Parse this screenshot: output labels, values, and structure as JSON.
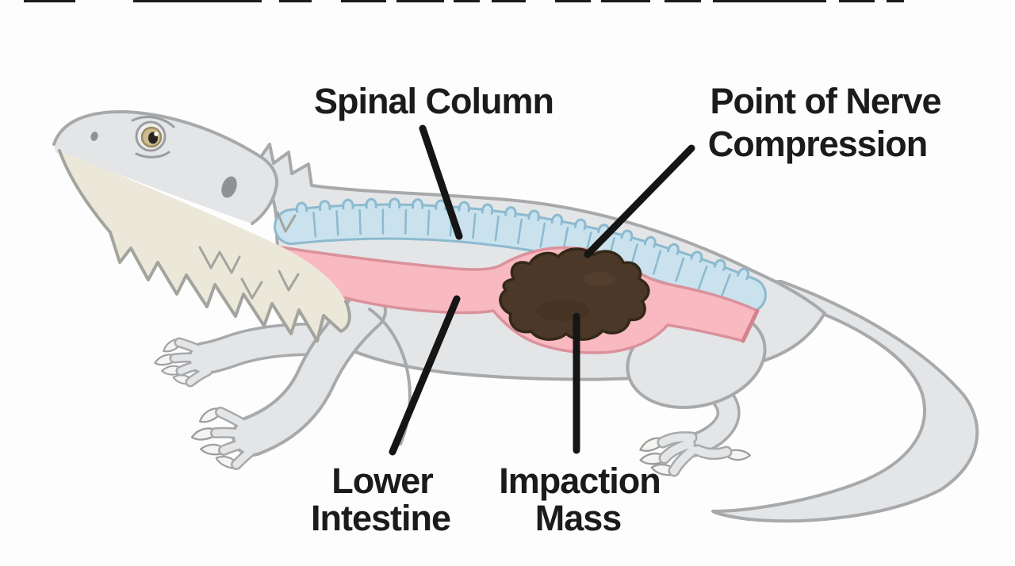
{
  "labels": {
    "spinal_column": "Spinal Column",
    "nerve_compression_line1": "Point of Nerve",
    "nerve_compression_line2": "Compression",
    "lower_intestine_line1": "Lower",
    "lower_intestine_line2": "Intestine",
    "impaction_mass_line1": "Impaction",
    "impaction_mass_line2": "Mass"
  },
  "colors": {
    "background": "#fdfdfd",
    "body_fill": "#e4e5e7",
    "body_outline": "#a7a9ab",
    "beard_fill": "#ebe8da",
    "spine_fill": "#c9e2ee",
    "spine_outline": "#8cbacf",
    "intestine_fill": "#f9b9c1",
    "intestine_outline": "#db919b",
    "mass_fill": "#4c3829",
    "mass_outline": "#342818",
    "label_text": "#1b1b1b",
    "leader_line": "#151515"
  }
}
